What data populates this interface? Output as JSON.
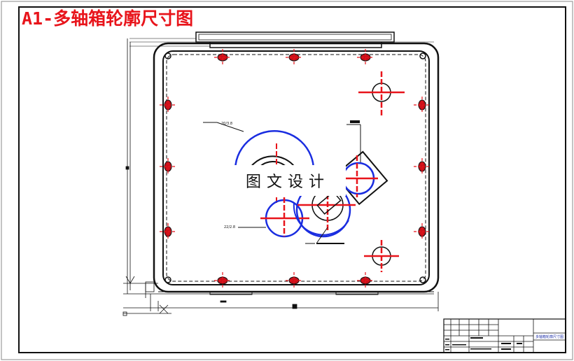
{
  "drawing": {
    "title": "A1-多轴箱轮廓尺寸图",
    "watermark": "图文设计",
    "title_block_name": "多轴箱轮廓尺寸图"
  },
  "colors": {
    "border": "#111111",
    "centerline": "#e8141b",
    "circles": "#1a2de0",
    "outline": "#111111"
  }
}
